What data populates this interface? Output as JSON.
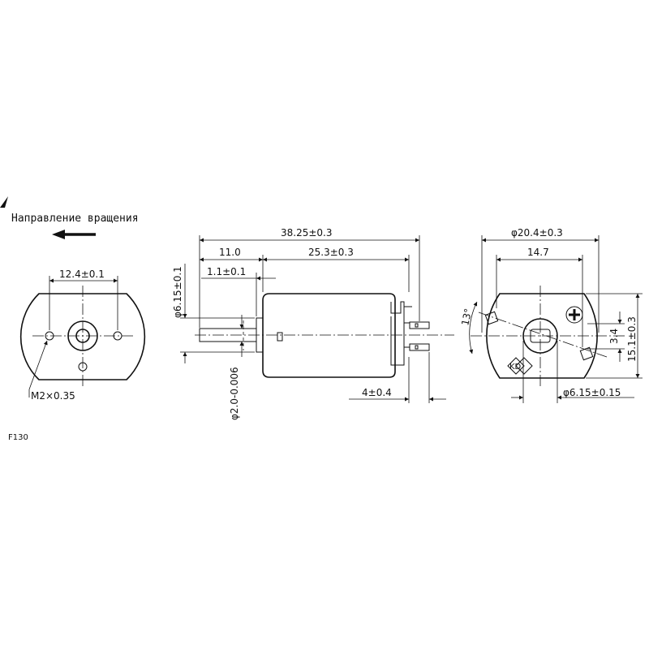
{
  "caption": "Направление вращения",
  "model": "F130",
  "front_view": {
    "hole_spacing": "12.4±0.1",
    "thread": "M2×0.35"
  },
  "side_view": {
    "overall_length": "38.25±0.3",
    "shaft_extension": "11.0",
    "body_length": "25.3±0.3",
    "boss_length": "1.1±0.1",
    "boss_diameter": "φ6.15±0.1",
    "shaft_diameter": "φ2.0-0.006",
    "terminal_length": "4±0.4"
  },
  "rear_view": {
    "body_width": "φ20.4±0.3",
    "terminal_spacing": "14.7",
    "angle": "13°",
    "terminal_offset": "3.4",
    "body_height": "15.1±0.3",
    "bearing_diameter": "φ6.15±0.15",
    "logo": "KD"
  }
}
